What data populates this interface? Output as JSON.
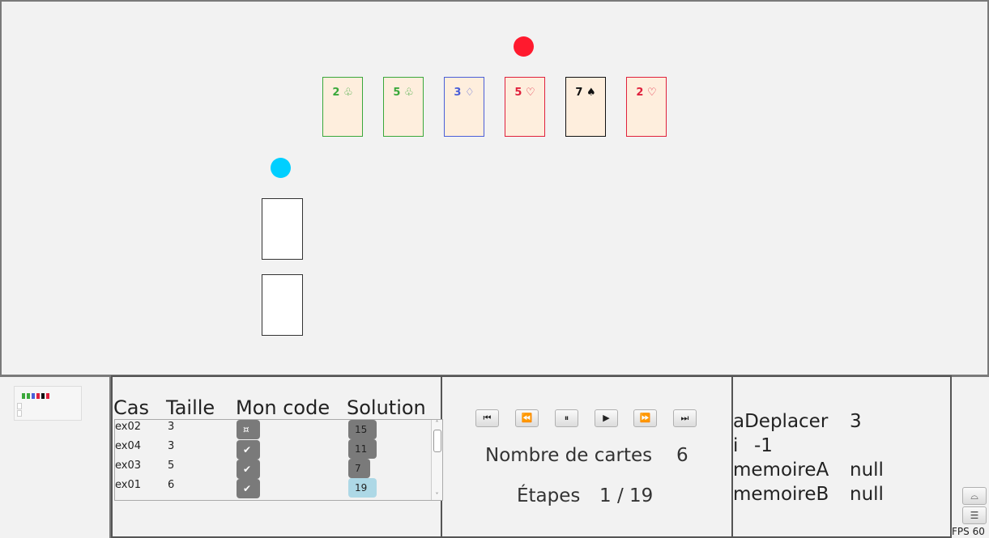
{
  "board": {
    "red_marker": {
      "color": "#ff1a2e"
    },
    "cyan_marker": {
      "color": "#00cfff"
    },
    "cards": [
      {
        "rank": "2",
        "suit": "♧",
        "color": "#3aa83a",
        "text": "2 ♧"
      },
      {
        "rank": "5",
        "suit": "♧",
        "color": "#3aa83a",
        "text": "5 ♧"
      },
      {
        "rank": "3",
        "suit": "♢",
        "color": "#4a5ed8",
        "text": "3 ♢"
      },
      {
        "rank": "5",
        "suit": "♡",
        "color": "#e0203c",
        "text": "5 ♡"
      },
      {
        "rank": "7",
        "suit": "♠",
        "color": "#111111",
        "text": "7 ♠"
      },
      {
        "rank": "2",
        "suit": "♡",
        "color": "#e0203c",
        "text": "2 ♡"
      }
    ],
    "card_background": "#feeedd",
    "empty_slots": 2
  },
  "cases_table": {
    "headers": {
      "cas": "Cas",
      "taille": "Taille",
      "mon_code": "Mon code",
      "solution": "Solution"
    },
    "rows": [
      {
        "cas": "ex02",
        "taille": "3",
        "code": "¤",
        "solution": "15"
      },
      {
        "cas": "ex04",
        "taille": "3",
        "code": "✔",
        "solution": "11"
      },
      {
        "cas": "ex03",
        "taille": "5",
        "code": "✔",
        "solution": "7"
      },
      {
        "cas": "ex01",
        "taille": "6",
        "code": "✔",
        "solution": "19"
      }
    ]
  },
  "controls": {
    "buttons": [
      {
        "name": "first-step-button",
        "glyph": "⏮"
      },
      {
        "name": "previous-step-button",
        "glyph": "⏪"
      },
      {
        "name": "pause-button",
        "glyph": "⏸"
      },
      {
        "name": "play-button",
        "glyph": "▶"
      },
      {
        "name": "next-step-button",
        "glyph": "⏩"
      },
      {
        "name": "last-step-button",
        "glyph": "⏭"
      }
    ],
    "nombre_label": "Nombre de cartes",
    "nombre_value": "6",
    "etapes_label": "Étapes",
    "etapes_value": "1 / 19"
  },
  "variables": [
    {
      "name": "aDeplacer",
      "value": "3"
    },
    {
      "name": "i",
      "value": "-1"
    },
    {
      "name": "memoireA",
      "value": "null"
    },
    {
      "name": "memoireB",
      "value": "null"
    }
  ],
  "side": {
    "btn1_icon": "speech-bubble-icon",
    "btn2_icon": "menu-icon",
    "fps": "FPS 60"
  }
}
